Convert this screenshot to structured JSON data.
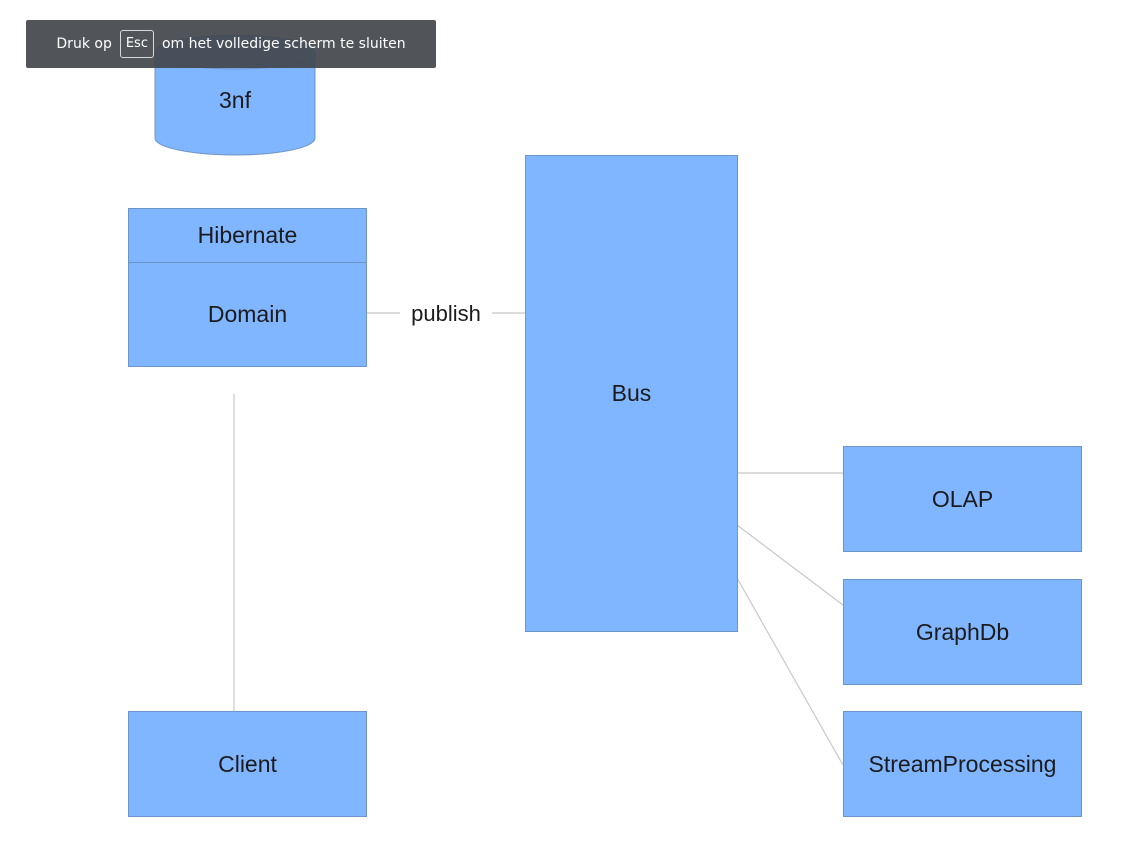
{
  "toast": {
    "before": "Druk op",
    "key": "Esc",
    "after": "om het volledige scherm te sluiten"
  },
  "diagram": {
    "database": "3nf",
    "hibernate": "Hibernate",
    "domain": "Domain",
    "edge_publish": "publish",
    "bus": "Bus",
    "olap": "OLAP",
    "graphdb": "GraphDb",
    "stream": "StreamProcessing",
    "client": "Client"
  },
  "colors": {
    "node_fill": "#80b5ff",
    "node_border": "#6e95c8",
    "connector": "#c8c8c8",
    "toast_bg": "#42464c"
  }
}
